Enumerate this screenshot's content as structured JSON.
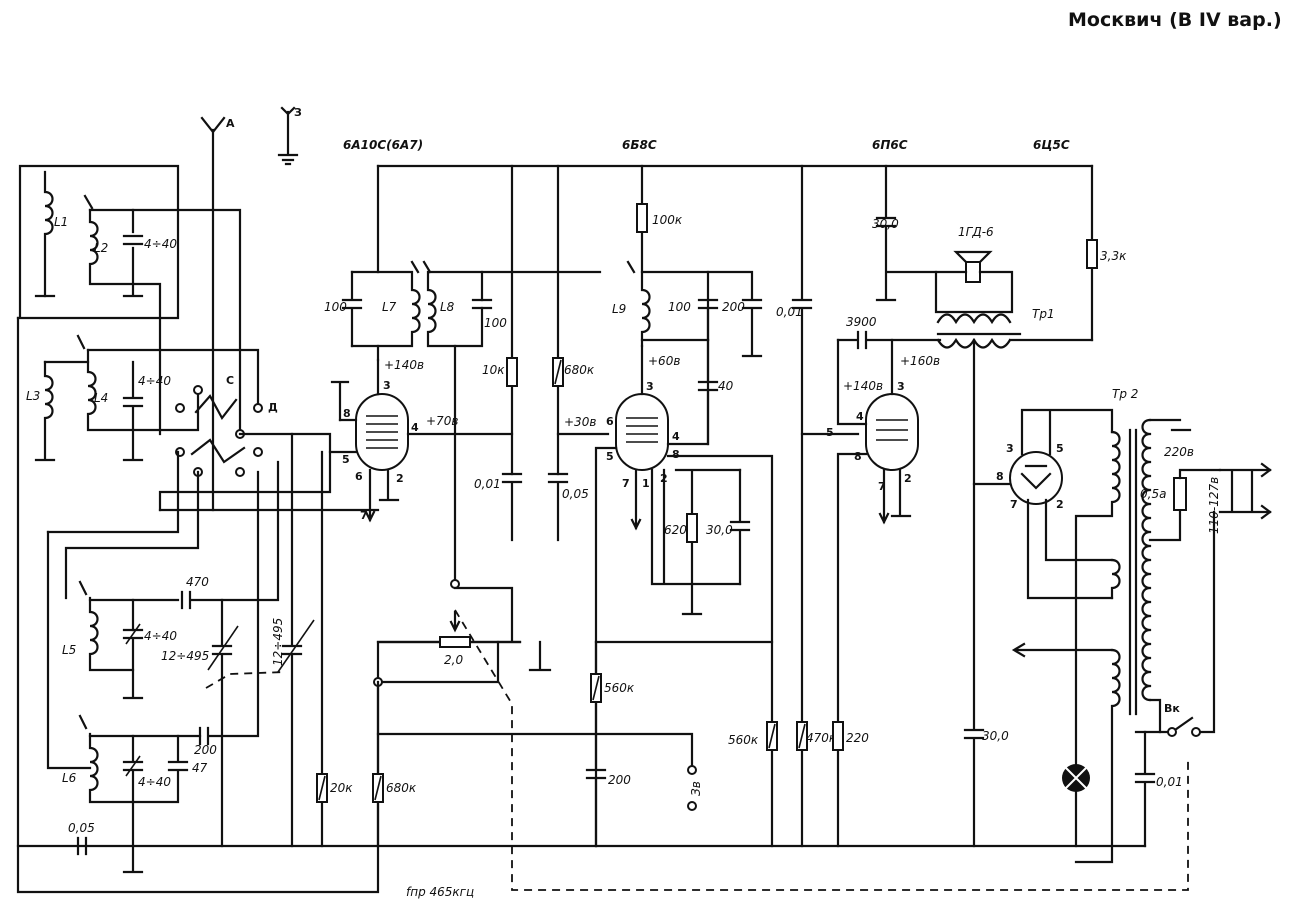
{
  "title": "Москвич (В IV вар.)",
  "footer": "fпр 465кгц",
  "tubes": [
    "6А10С(6А7)",
    "6Б8С",
    "6П6С",
    "6Ц5С"
  ],
  "antenna": "А",
  "ground": "З",
  "switch_contacts": [
    "С",
    "Д"
  ],
  "inductors": [
    "L1",
    "L2",
    "L3",
    "L4",
    "L5",
    "L6",
    "L7",
    "L8",
    "L9"
  ],
  "capacitors": {
    "c1": "4÷40",
    "c2": "4÷40",
    "c3": "470",
    "c4": "4÷40",
    "c5": "12÷495",
    "c6": "12÷495",
    "c7": "200",
    "c8": "47",
    "c9": "4÷40",
    "c10": "0,05",
    "c11": "100",
    "c12": "100",
    "c13": "0,01",
    "c14": "0,05",
    "c15": "100",
    "c16": "200",
    "c17": "0,01",
    "c18": "40",
    "c19": "30,0",
    "c20": "30,0",
    "c21": "3900",
    "c22": "200",
    "c23": "30,0",
    "c24": "0,01"
  },
  "resistors": {
    "r1": "10к",
    "r2": "680к",
    "r3": "100к",
    "r4": "620",
    "r5": "3,3к",
    "r6": "2,0",
    "r7": "560к",
    "r8": "560к",
    "r9": "470к",
    "r10": "220",
    "r11": "20к",
    "r12": "680к"
  },
  "voltages": {
    "v1": "+140в",
    "v2": "+70в",
    "v3": "+30в",
    "v4": "+60в",
    "v5": "+140в",
    "v6": "+160в"
  },
  "pins": {
    "t1": [
      "8",
      "3",
      "4",
      "5",
      "6",
      "2",
      "7"
    ],
    "t2": [
      "6",
      "3",
      "4",
      "5",
      "8",
      "7",
      "1",
      "2"
    ],
    "t3": [
      "4",
      "3",
      "5",
      "8",
      "7",
      "2"
    ],
    "t4": [
      "3",
      "5",
      "8",
      "7",
      "2"
    ]
  },
  "speaker": "1ГД-6",
  "transformers": [
    "Тр1",
    "Тр 2"
  ],
  "mains": [
    "220в",
    "0,5а",
    "110-127в"
  ],
  "switch": "Вк",
  "jack": "Зв"
}
